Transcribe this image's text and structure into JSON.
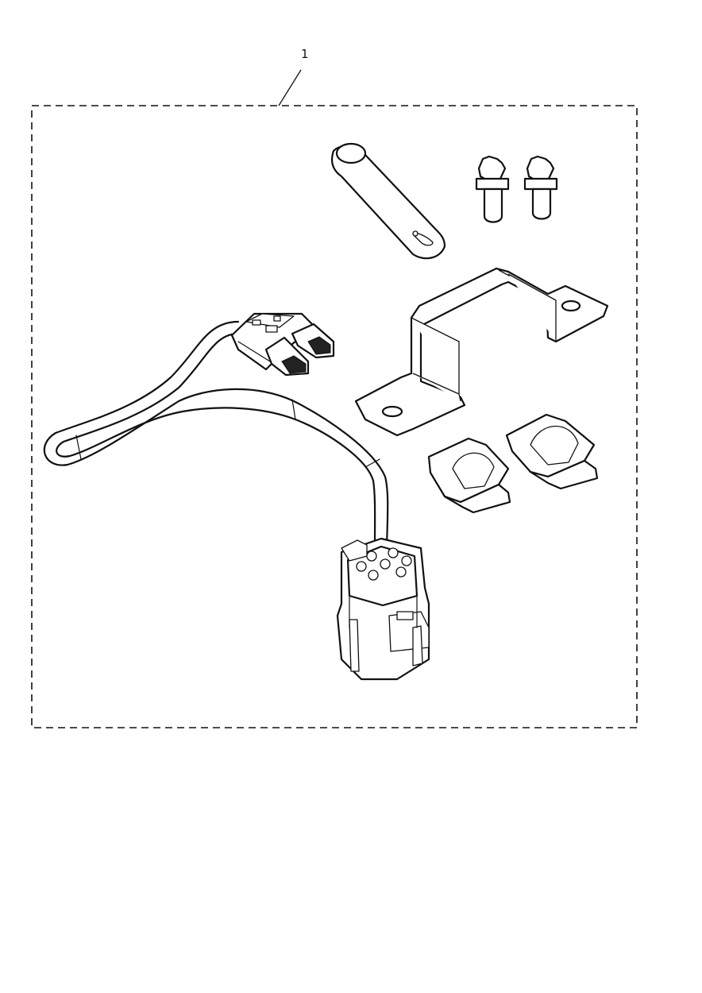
{
  "diagram": {
    "callouts": [
      {
        "label": "1"
      }
    ],
    "parts": [
      "wiring-harness",
      "multi-pin-connector",
      "dual-plug-connector",
      "strap-tie",
      "bolt",
      "bolt",
      "mounting-bracket",
      "spring-clip-nut",
      "spring-clip-nut"
    ]
  }
}
